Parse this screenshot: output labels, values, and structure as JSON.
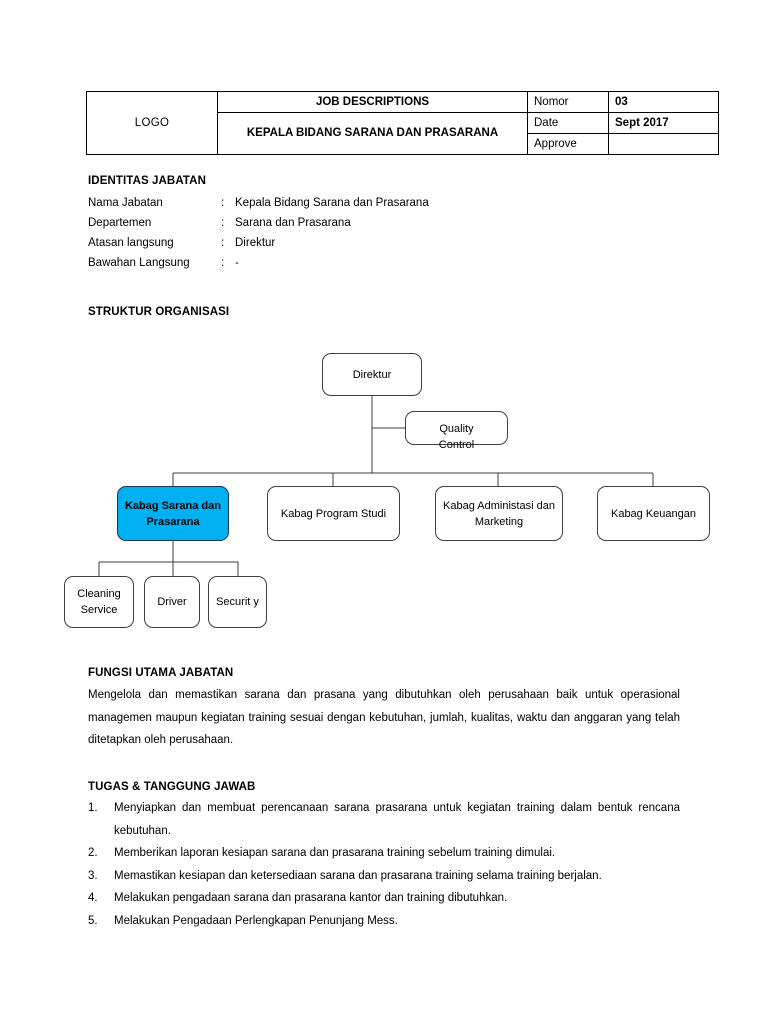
{
  "header": {
    "logo_label": "LOGO",
    "doc_type": "JOB DESCRIPTIONS",
    "doc_title": "KEPALA BIDANG SARANA DAN PRASARANA",
    "meta": [
      {
        "key": "Nomor",
        "value": "03"
      },
      {
        "key": "Date",
        "value": "Sept 2017"
      },
      {
        "key": "Approve",
        "value": ""
      }
    ]
  },
  "identity": {
    "heading": "IDENTITAS JABATAN",
    "rows": [
      {
        "label": "Nama Jabatan",
        "colon": ":",
        "value": "Kepala Bidang Sarana dan Prasarana"
      },
      {
        "label": "Departemen",
        "colon": ":",
        "value": "Sarana dan Prasarana"
      },
      {
        "label": "Atasan langsung",
        "colon": ":",
        "value": "Direktur"
      },
      {
        "label": "Bawahan Langsung",
        "colon": ":",
        "value": "-"
      }
    ]
  },
  "org": {
    "heading": "STRUKTUR ORGANISASI",
    "highlight_color": "#00B0F0",
    "nodes": {
      "direktur": "Direktur",
      "quality_control_line1": "Quality",
      "quality_control_line2": "Control",
      "kabag_sarana": "Kabag Sarana dan Prasarana",
      "kabag_program": "Kabag Program Studi",
      "kabag_administasi": "Kabag Administasi dan Marketing",
      "kabag_keuangan": "Kabag Keuangan",
      "cleaning_service": "Cleaning Service",
      "driver": "Driver",
      "security": "Securit y"
    }
  },
  "fungsi": {
    "heading": "FUNGSI UTAMA JABATAN",
    "body": "Mengelola dan memastikan sarana dan prasana yang dibutuhkan oleh perusahaan baik untuk operasional managemen maupun kegiatan training sesuai dengan kebutuhan, jumlah, kualitas, waktu dan anggaran yang telah ditetapkan oleh perusahaan."
  },
  "tugas": {
    "heading": "TUGAS & TANGGUNG JAWAB",
    "items": [
      {
        "num": "1.",
        "text": "Menyiapkan dan membuat perencanaan sarana prasarana untuk kegiatan training dalam bentuk rencana kebutuhan."
      },
      {
        "num": "2.",
        "text": "Memberikan laporan  kesiapan sarana dan prasarana training sebelum training dimulai."
      },
      {
        "num": "3.",
        "text": "Memastikan kesiapan dan ketersediaan sarana dan prasarana training selama training berjalan."
      },
      {
        "num": "4.",
        "text": "Melakukan pengadaan sarana dan prasarana kantor dan training dibutuhkan."
      },
      {
        "num": "5.",
        "text": "Melakukan Pengadaan Perlengkapan Penunjang Mess."
      }
    ]
  }
}
